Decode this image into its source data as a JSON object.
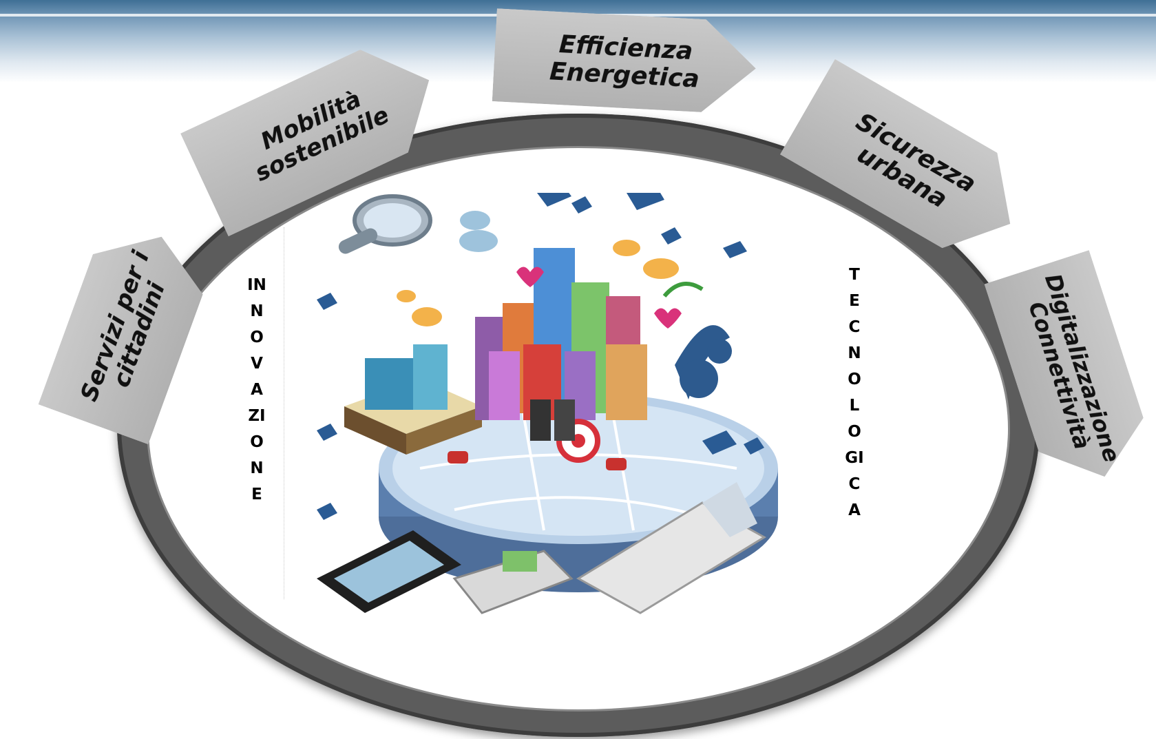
{
  "arrows": {
    "servizi": [
      "Servizi per i",
      "cittadini"
    ],
    "mobilita": [
      "Mobilità",
      "sostenibile"
    ],
    "efficienza": [
      "Efficienza",
      "Energetica"
    ],
    "sicurezza": [
      "Sicurezza",
      "urbana"
    ],
    "digitalizzazione": [
      "Digitalizzazione",
      "Connettività"
    ]
  },
  "side_words": {
    "left": "INNOVAZIONE",
    "right": "TECNOLOGICA"
  },
  "colors": {
    "arrow_fill": "#bdbdbd",
    "ring": "#5c5c5c",
    "banner": "#6f95b5"
  }
}
